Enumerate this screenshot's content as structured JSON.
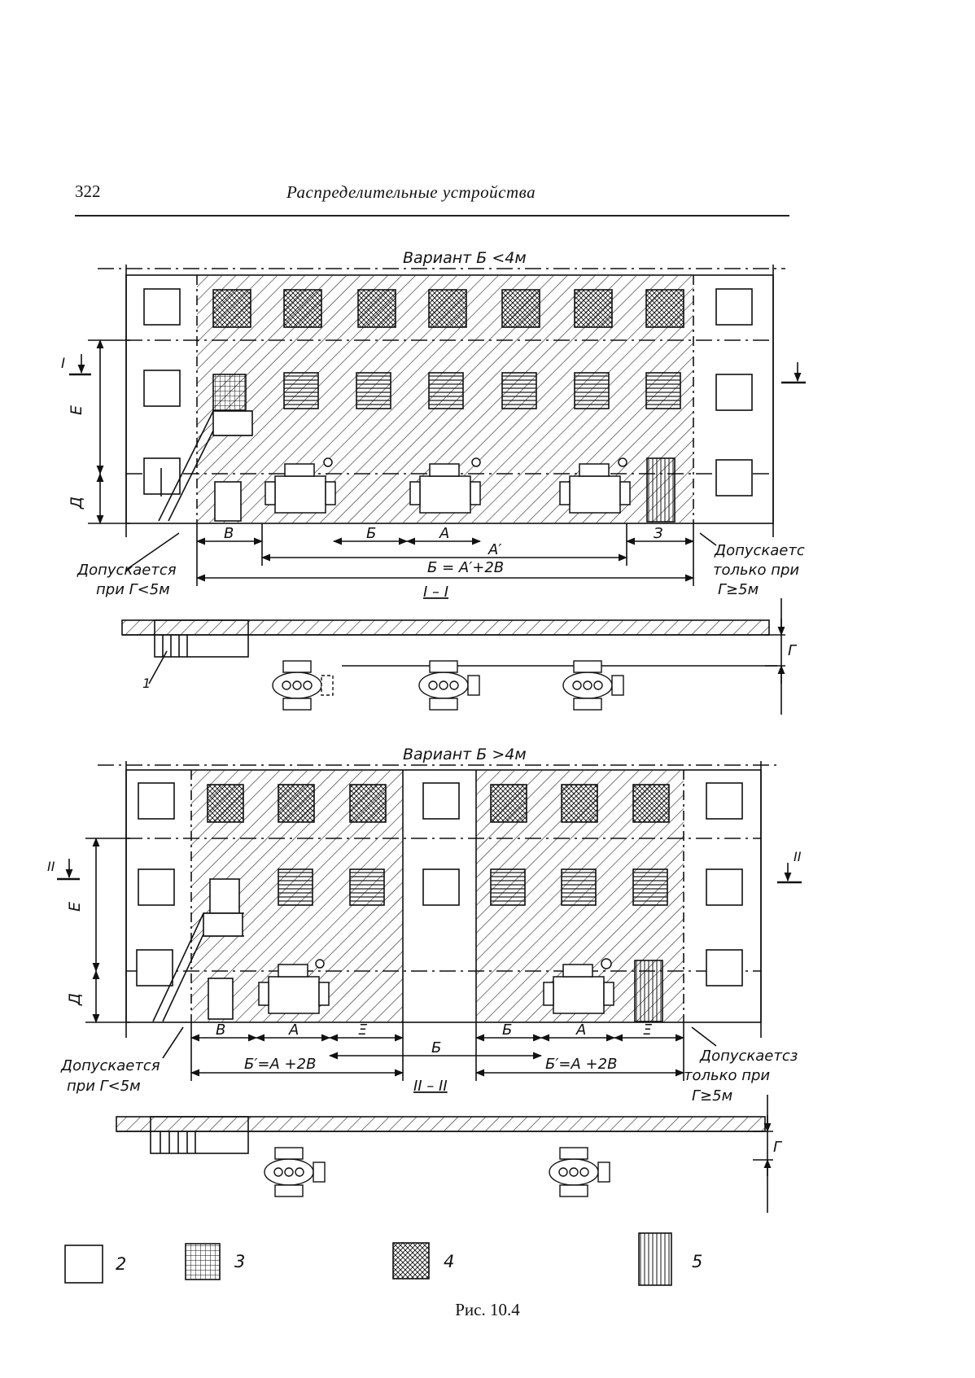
{
  "page": {
    "number": "322",
    "running_title": "Распределительные устройства",
    "caption": "Рис. 10.4"
  },
  "figure_top": {
    "title": "Вариант Б <4м",
    "dim_E": "Е",
    "dim_D": "Д",
    "dim_V": "В",
    "dim_B": "Б",
    "dim_A": "А",
    "dim_A_prime": "А′",
    "dim_Z": "З",
    "formula": "Б = А′+2В",
    "note_left_1": "Допускается",
    "note_left_2": "при Г<5м",
    "note_right_1": "Допускаетс",
    "note_right_2": "только при",
    "note_right_3": "Г≥5м",
    "section_label": "I – I",
    "section_mark_left": "I",
    "dim_G": "Г",
    "callout_1": "1"
  },
  "figure_bottom": {
    "title": "Вариант Б >4м",
    "dim_E": "Е",
    "dim_D": "Д",
    "dim_V": "В",
    "dim_A_left": "А",
    "dim_Z_left": "Ξ",
    "dim_B_mid": "Б",
    "dim_B_right": "Б",
    "dim_A_right": "А",
    "dim_Z_right": "Ξ",
    "formula_left": "Б′=А +2В",
    "formula_right": "Б′=А +2В",
    "note_left_1": "Допускается",
    "note_left_2": "при Г<5м",
    "note_right_1": "Допускаетсз",
    "note_right_2": "только при",
    "note_right_3": "Г≥5м",
    "section_label": "II – II",
    "section_mark_left": "II",
    "section_mark_right": "II",
    "dim_G": "Г"
  },
  "legend": {
    "items": [
      {
        "label": "2",
        "pattern": "blank"
      },
      {
        "label": "3",
        "pattern": "grid"
      },
      {
        "label": "4",
        "pattern": "crosshatch"
      },
      {
        "label": "5",
        "pattern": "vertical"
      }
    ]
  }
}
